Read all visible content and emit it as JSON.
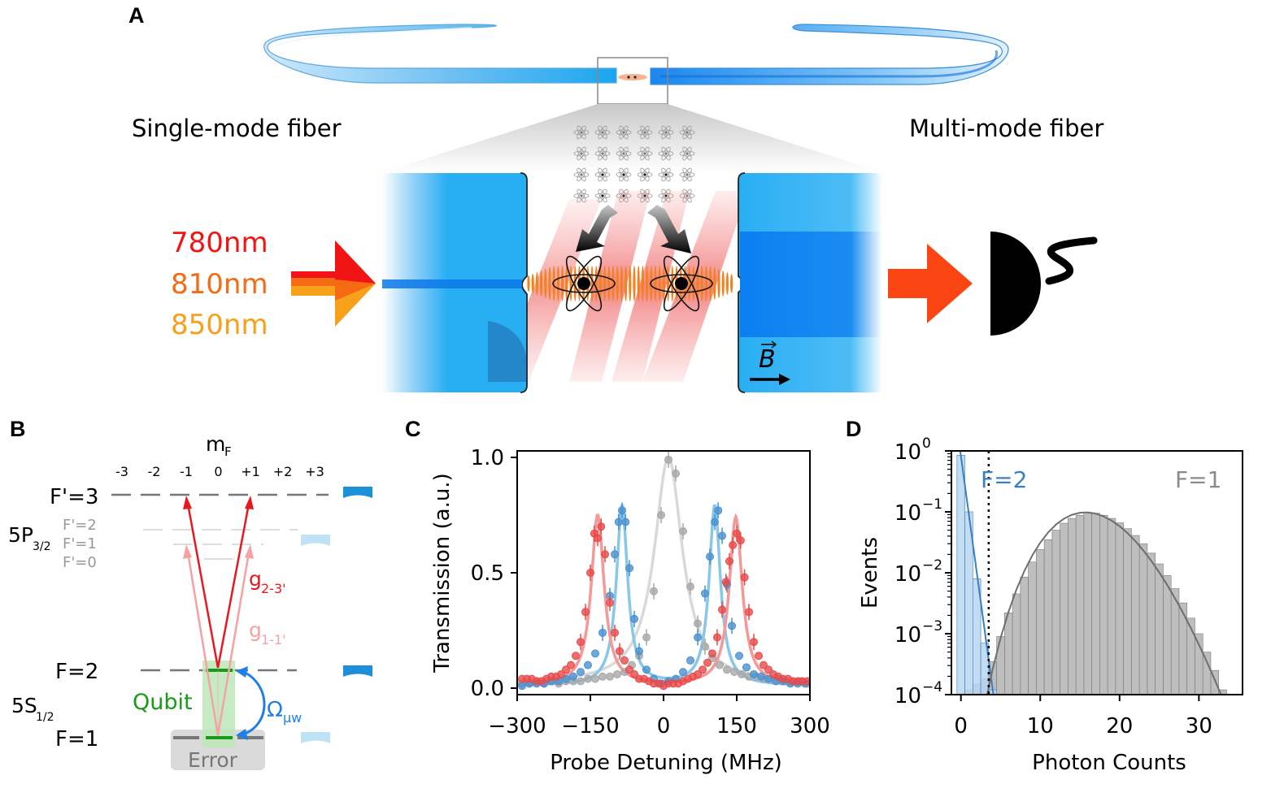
{
  "panels": {
    "a": {
      "letter": "A",
      "single_mode_label": "Single-mode fiber",
      "multi_mode_label": "Multi-mode fiber",
      "wavelengths": [
        "780nm",
        "810nm",
        "850nm"
      ],
      "wavelength_colors": [
        "#f01414",
        "#f66a13",
        "#f7a01a"
      ],
      "field_label": "B"
    },
    "b": {
      "letter": "B",
      "mf_label": "m",
      "mf_sub": "F",
      "mf_values": [
        "-3",
        "-2",
        "-1",
        "0",
        "+1",
        "+2",
        "+3"
      ],
      "excited_state": "5P",
      "excited_sub": "3/2",
      "ground_state": "5S",
      "ground_sub": "1/2",
      "levels": {
        "f3p": "F'=3",
        "f2p": "F'=2",
        "f1p": "F'=1",
        "f0p": "F'=0",
        "f2": "F=2",
        "f1": "F=1"
      },
      "coupling_23": "g",
      "coupling_23_sub": "2-3'",
      "coupling_11": "g",
      "coupling_11_sub": "1-1'",
      "qubit_label": "Qubit",
      "error_label": "Error",
      "omega_label": "Ω",
      "omega_sub": "μw",
      "colors": {
        "strong": "#e8181e",
        "weak": "#f6a2a2",
        "qubit": "#1a9a1a",
        "omega": "#1f7fe8"
      }
    },
    "c": {
      "letter": "C",
      "ylabel": "Transmission (a.u.)",
      "xlabel": "Probe Detuning (MHz)"
    },
    "d": {
      "letter": "D",
      "ylabel": "Events",
      "xlabel": "Photon Counts",
      "f2_label": "F=2",
      "f1_label": "F=1"
    }
  },
  "chart_data": [
    {
      "type": "scatter",
      "panel": "C",
      "xlabel": "Probe Detuning (MHz)",
      "ylabel": "Transmission (a.u.)",
      "xlim": [
        -300,
        300
      ],
      "ylim": [
        0,
        1.0
      ],
      "xticks": [
        -300,
        -150,
        0,
        150,
        300
      ],
      "xtick_labels": [
        "−300",
        "−150",
        "0",
        "150",
        "300"
      ],
      "yticks": [
        0.0,
        0.5,
        1.0
      ],
      "ytick_labels": [
        "0.0",
        "0.5",
        "1.0"
      ],
      "grid": false,
      "series": [
        {
          "color": "#a8a8a8",
          "fit_color": "#d9d9d9",
          "fit": {
            "centers": [
              10
            ],
            "amps": [
              0.98
            ],
            "width": 35,
            "offset": 0.02
          },
          "x": [
            -290,
            -275,
            -260,
            -245,
            -230,
            -215,
            -200,
            -185,
            -170,
            -155,
            -140,
            -125,
            -110,
            -95,
            -80,
            -65,
            -50,
            -35,
            -20,
            -5,
            10,
            25,
            40,
            55,
            70,
            85,
            100,
            115,
            130,
            145,
            160,
            175,
            190,
            205,
            220,
            235,
            250,
            265,
            280,
            295
          ],
          "y": [
            0.02,
            0.02,
            0.03,
            0.02,
            0.03,
            0.02,
            0.03,
            0.03,
            0.03,
            0.04,
            0.04,
            0.05,
            0.05,
            0.06,
            0.07,
            0.1,
            0.14,
            0.22,
            0.42,
            0.75,
            0.99,
            0.93,
            0.68,
            0.44,
            0.28,
            0.18,
            0.13,
            0.1,
            0.08,
            0.07,
            0.06,
            0.05,
            0.05,
            0.04,
            0.04,
            0.04,
            0.03,
            0.03,
            0.03,
            0.02
          ]
        },
        {
          "color": "#4a91cf",
          "fit_color": "#88c7e8",
          "fit": {
            "centers": [
              -85,
              105
            ],
            "amps": [
              0.78,
              0.78
            ],
            "width": 14,
            "offset": 0.01
          },
          "x": [
            -290,
            -275,
            -260,
            -245,
            -230,
            -215,
            -200,
            -185,
            -170,
            -155,
            -140,
            -125,
            -110,
            -100,
            -92,
            -85,
            -78,
            -70,
            -60,
            -50,
            -35,
            -20,
            -5,
            10,
            25,
            40,
            55,
            70,
            85,
            95,
            105,
            112,
            120,
            130,
            140,
            155,
            170,
            185,
            200,
            215,
            230,
            245,
            260,
            275,
            290
          ],
          "y": [
            0.01,
            0.02,
            0.02,
            0.02,
            0.03,
            0.03,
            0.04,
            0.05,
            0.07,
            0.1,
            0.15,
            0.24,
            0.4,
            0.58,
            0.72,
            0.77,
            0.72,
            0.52,
            0.3,
            0.16,
            0.08,
            0.04,
            0.02,
            0.03,
            0.04,
            0.07,
            0.12,
            0.22,
            0.41,
            0.57,
            0.72,
            0.77,
            0.66,
            0.45,
            0.27,
            0.14,
            0.09,
            0.06,
            0.05,
            0.04,
            0.03,
            0.03,
            0.02,
            0.02,
            0.02
          ]
        },
        {
          "color": "#e84a4a",
          "fit_color": "#f59898",
          "fit": {
            "centers": [
              -135,
              148
            ],
            "amps": [
              0.74,
              0.73
            ],
            "width": 16,
            "offset": 0.01
          },
          "x": [
            -290,
            -280,
            -270,
            -260,
            -250,
            -240,
            -230,
            -220,
            -210,
            -200,
            -190,
            -180,
            -170,
            -160,
            -150,
            -142,
            -135,
            -128,
            -120,
            -110,
            -100,
            -90,
            -80,
            -70,
            -60,
            -50,
            -40,
            -30,
            -20,
            -10,
            0,
            10,
            20,
            30,
            40,
            50,
            60,
            70,
            80,
            90,
            100,
            110,
            120,
            128,
            135,
            142,
            150,
            158,
            166,
            175,
            185,
            195,
            205,
            215,
            225,
            235,
            245,
            255,
            265,
            275,
            285,
            295
          ],
          "y": [
            0.04,
            0.04,
            0.04,
            0.03,
            0.03,
            0.04,
            0.05,
            0.05,
            0.06,
            0.08,
            0.1,
            0.14,
            0.2,
            0.33,
            0.5,
            0.67,
            0.65,
            0.7,
            0.58,
            0.37,
            0.24,
            0.16,
            0.12,
            0.08,
            0.06,
            0.04,
            0.04,
            0.03,
            0.02,
            0.02,
            0.01,
            0.02,
            0.02,
            0.02,
            0.03,
            0.04,
            0.05,
            0.06,
            0.08,
            0.11,
            0.15,
            0.22,
            0.34,
            0.46,
            0.55,
            0.62,
            0.67,
            0.64,
            0.48,
            0.33,
            0.2,
            0.14,
            0.1,
            0.08,
            0.06,
            0.05,
            0.04,
            0.04,
            0.03,
            0.03,
            0.03,
            0.03
          ]
        }
      ]
    },
    {
      "type": "bar",
      "panel": "D",
      "xlabel": "Photon Counts",
      "ylabel": "Events",
      "yscale": "log",
      "xlim": [
        -1.2,
        35.5
      ],
      "ylim": [
        0.0001,
        1
      ],
      "xticks": [
        0,
        10,
        20,
        30
      ],
      "xtick_labels": [
        "0",
        "10",
        "20",
        "30"
      ],
      "yticks": [
        0.0001,
        0.001,
        0.01,
        0.1,
        1
      ],
      "ytick_base": "10",
      "ytick_exps": [
        "−4",
        "−3",
        "−2",
        "−1",
        "0"
      ],
      "threshold": 3.5,
      "series": [
        {
          "name": "F=2",
          "color": "#3a7fc0",
          "fill": "#b9d6ee",
          "bins": [
            0,
            1,
            2,
            3,
            4,
            5,
            6,
            7,
            8,
            9,
            10,
            11,
            12,
            13,
            14,
            15,
            16,
            17,
            18,
            19,
            20,
            21,
            22,
            23,
            24,
            25,
            26,
            27,
            28,
            29,
            30,
            31,
            32,
            33
          ],
          "values": [
            0.85,
            0.1,
            0.008,
            0.0007,
            0.00012,
            0,
            0,
            0,
            0,
            0,
            0,
            0,
            0,
            0,
            0,
            0,
            0,
            0,
            0,
            0,
            0,
            0,
            0,
            0,
            0,
            0,
            0,
            0,
            0,
            0,
            0,
            0,
            0,
            0
          ],
          "fit": {
            "amp": 0.82,
            "decay": 2.2
          }
        },
        {
          "name": "F=1",
          "color": "#7a7a7a",
          "fill": "#b3b3b3",
          "bins": [
            1,
            2,
            3,
            4,
            5,
            6,
            7,
            8,
            9,
            10,
            11,
            12,
            13,
            14,
            15,
            16,
            17,
            18,
            19,
            20,
            21,
            22,
            23,
            24,
            25,
            26,
            27,
            28,
            29,
            30,
            31,
            32,
            33
          ],
          "values": [
            0.00012,
            0.00015,
            0.00018,
            0.00035,
            0.0009,
            0.0022,
            0.0045,
            0.0085,
            0.015,
            0.024,
            0.035,
            0.05,
            0.065,
            0.078,
            0.088,
            0.097,
            0.095,
            0.088,
            0.078,
            0.066,
            0.053,
            0.041,
            0.03,
            0.021,
            0.014,
            0.009,
            0.0055,
            0.0032,
            0.0018,
            0.001,
            0.0005,
            0.00025,
            0.00012
          ],
          "fit": {
            "mean": 16.2,
            "amp": 0.097
          }
        }
      ]
    }
  ]
}
